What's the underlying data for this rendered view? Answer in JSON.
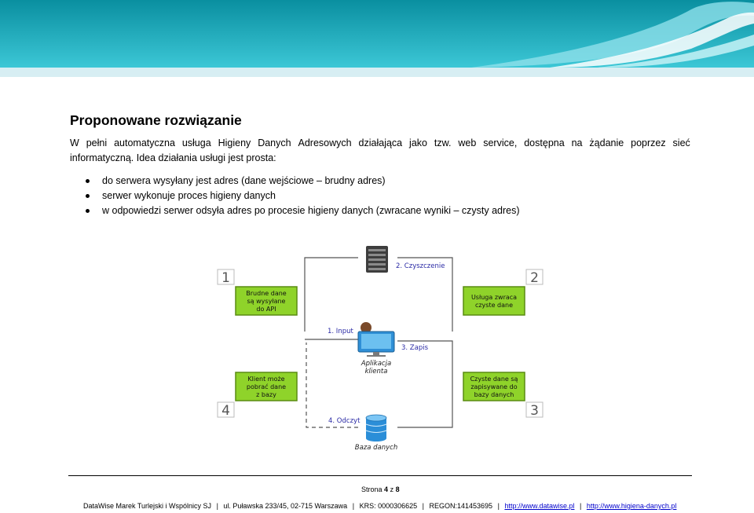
{
  "header": {
    "colors": {
      "top": "#0a8fa0",
      "bottom": "#3cc7d6",
      "band": "#d7eef3"
    },
    "decoration": "wave-icon"
  },
  "title": "Proponowane rozwiązanie",
  "intro": {
    "line1": [
      "W",
      "pełni",
      "automatyczna",
      "usługa",
      "Higieny",
      "Danych",
      "Adresowych",
      "działająca",
      "jako",
      "tzw.",
      "web",
      "service,",
      "dostępna",
      "na",
      "żądanie",
      "poprzez",
      "sieć"
    ],
    "line2": "informatyczną. Idea działania usługi jest prosta:"
  },
  "bullets": [
    "do serwera wysyłany jest adres (dane wejściowe – brudny adres)",
    "serwer wykonuje proces higieny danych",
    "w odpowiedzi serwer odsyła adres po procesie higieny danych (zwracane wyniki – czysty adres)"
  ],
  "diagram": {
    "step_numbers": [
      "1",
      "2",
      "3",
      "4"
    ],
    "boxes": [
      [
        "Brudne dane",
        "są wysyłane",
        "do API"
      ],
      [
        "Usługa zwraca",
        "czyste dane"
      ],
      [
        "Czyste dane są",
        "zapisywane do",
        "bazy danych"
      ],
      [
        "Klient może",
        "pobrać dane",
        "z bazy"
      ]
    ],
    "edge_labels": [
      "1. Input",
      "2. Czyszczenie",
      "3. Zapis",
      "4. Odczyt"
    ],
    "node_labels": {
      "client_line1": "Aplikacja",
      "client_line2": "klienta",
      "database": "Baza danych"
    },
    "icons": [
      "server-icon",
      "client-computer-icon",
      "database-icon"
    ],
    "colors": {
      "box_fill": "#8fd32a",
      "box_border": "#5a8c12",
      "number": "#555555",
      "label": "#2a2aa5",
      "line": "#555555"
    }
  },
  "footer": {
    "page_label": "Strona",
    "page_current": "4",
    "page_of": "z",
    "page_total": "8",
    "company": "DataWise Marek Turlejski i Wspólnicy SJ",
    "address": "ul. Puławska 233/45, 02-715 Warszawa",
    "krs": "KRS: 0000306625",
    "regon": "REGON:141453695",
    "link1": "http://www.datawise.pl",
    "link2": "http://www.higiena-danych.pl",
    "separator": "|"
  }
}
